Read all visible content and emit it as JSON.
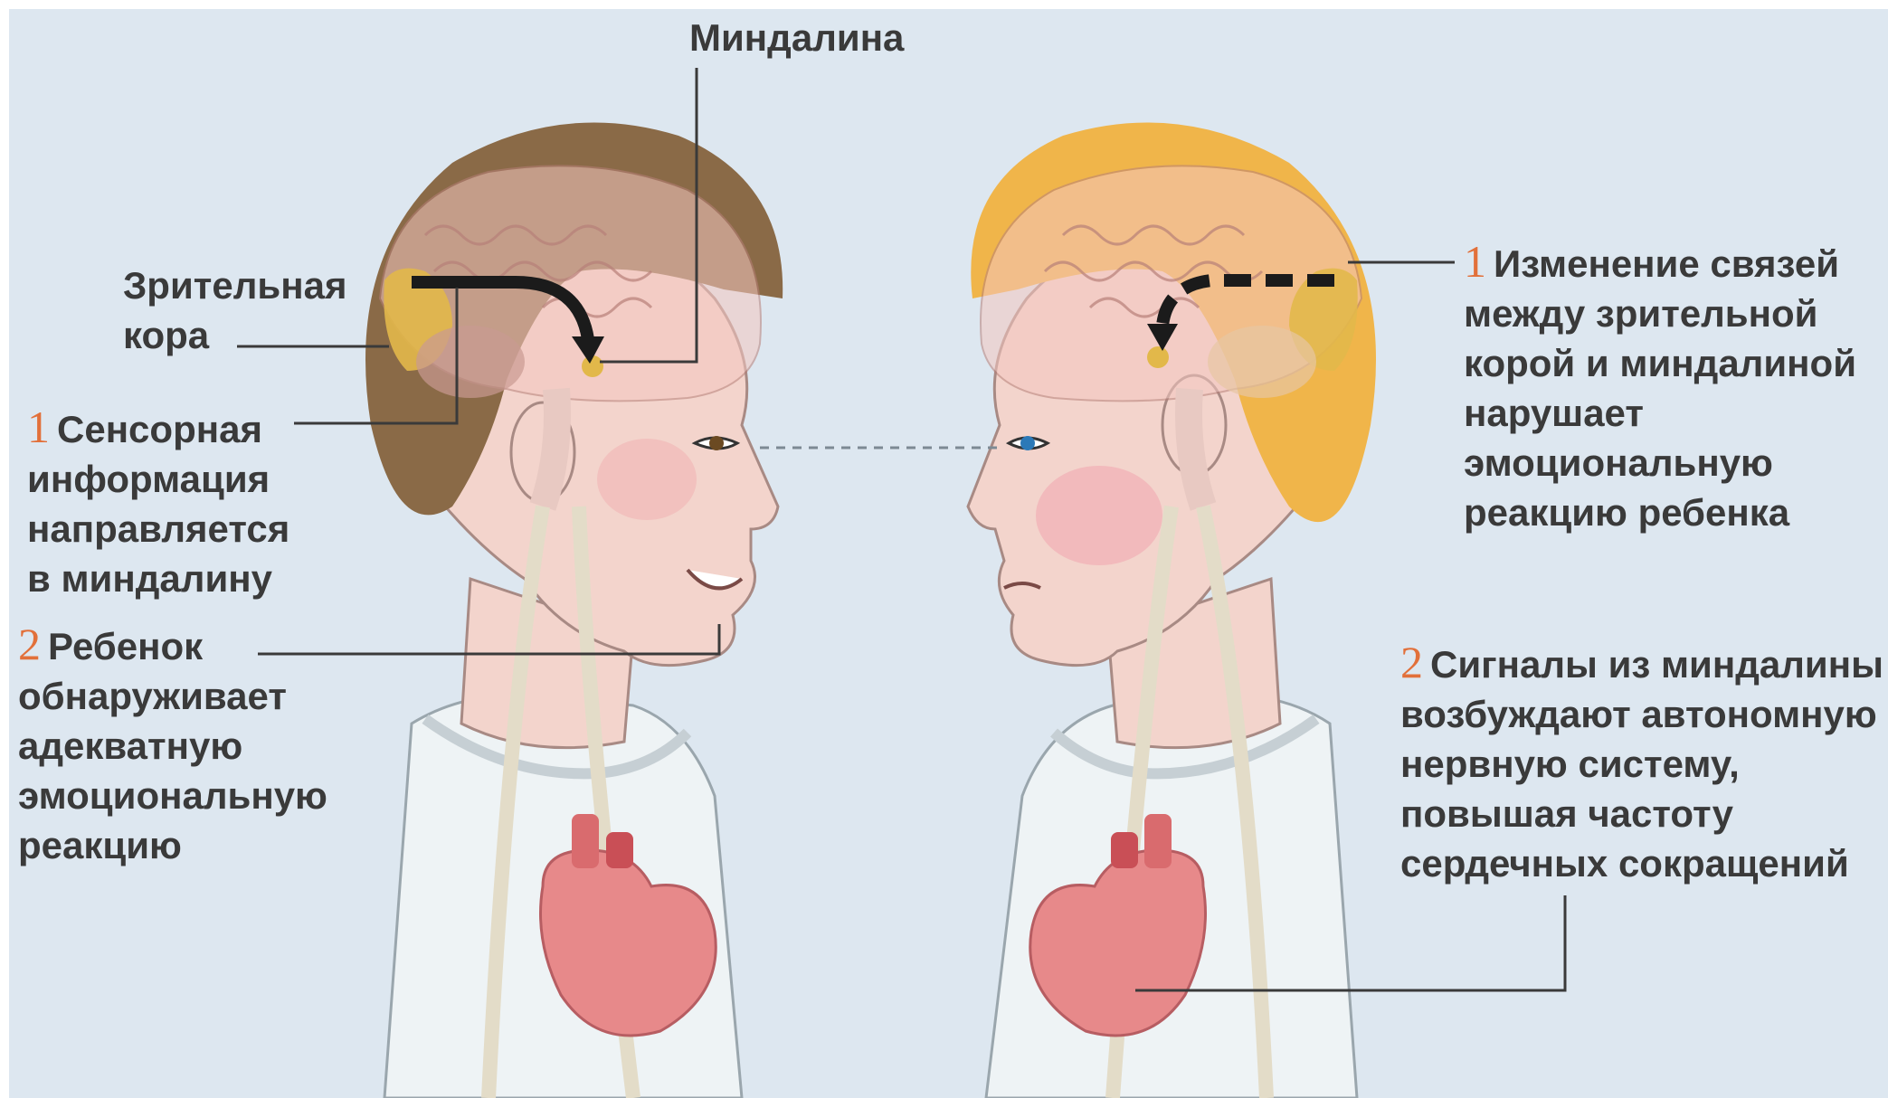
{
  "labels": {
    "amygdala": "Миндалина",
    "visual_cortex": [
      "Зрительная",
      "кора"
    ],
    "left_step1": {
      "number": "1",
      "lines": [
        "Сенсорная",
        "информация",
        "направляется",
        "в миндалину"
      ]
    },
    "left_step2": {
      "number": "2",
      "lines": [
        "Ребенок",
        "обнаруживает",
        "адекватную",
        "эмоциональную",
        "реакцию"
      ]
    },
    "right_step1": {
      "number": "1",
      "lines": [
        "Изменение связей",
        "между зрительной",
        "корой и миндалиной",
        "нарушает",
        "эмоциональную",
        "реакцию ребенка"
      ]
    },
    "right_step2": {
      "number": "2",
      "lines": [
        "Сигналы из миндалины",
        "возбуждают автономную",
        "нервную систему,",
        "повышая частоту",
        "сердечных сокращений"
      ]
    }
  },
  "colors": {
    "background": "#dde7f0",
    "number_accent": "#e2703a",
    "text": "#3a3a3a",
    "left_hair": "#8a6a47",
    "right_hair": "#f0b54a",
    "skin": "#f3d4cc",
    "heart": "#e7898a"
  }
}
